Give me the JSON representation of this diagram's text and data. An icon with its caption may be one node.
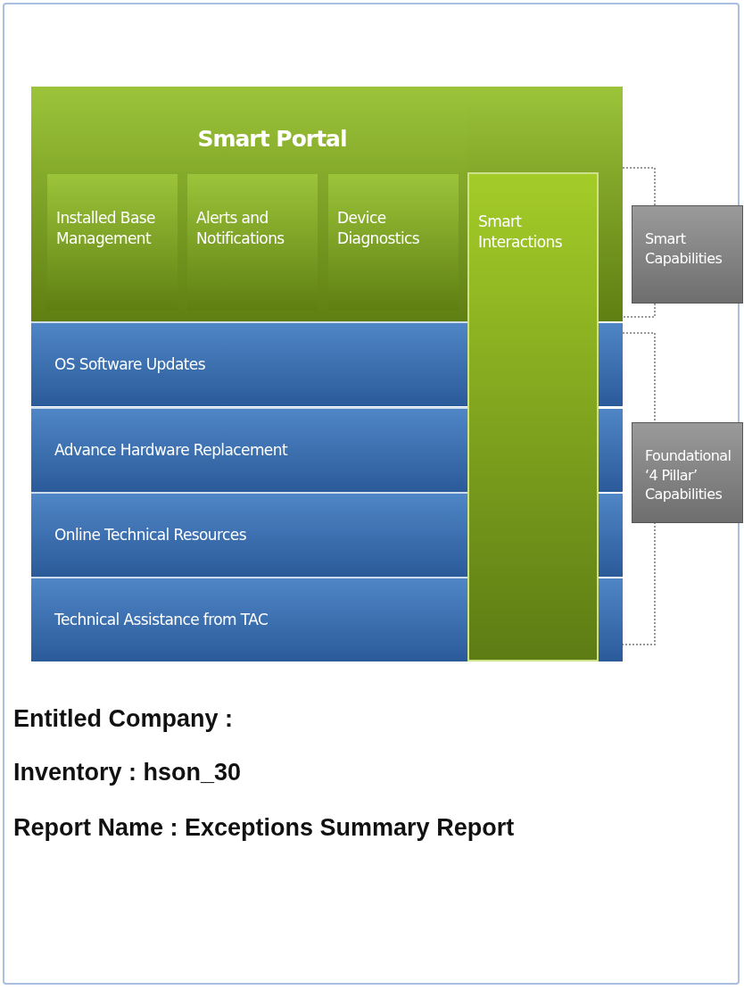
{
  "diagram": {
    "nodes": [
      {
        "text": [
          "Smart Portal"
        ]
      },
      {
        "text": [
          "Installed Base Management"
        ],
        "in": 0
      },
      {
        "text": [
          "Alerts and Notifications"
        ],
        "in": 0
      },
      {
        "text": [
          "Device Diagnostics"
        ],
        "in": 0
      },
      {
        "text": [
          "Smart Interactions"
        ]
      },
      {
        "text": [
          "OS Software Updates"
        ]
      },
      {
        "text": [
          "Advance Hardware Replacement"
        ]
      },
      {
        "text": [
          "Online Technical Resources"
        ]
      },
      {
        "text": [
          "Technical Assistance from TAC"
        ]
      },
      {
        "text": [
          "Smart Capabilities"
        ]
      },
      {
        "text": [
          "Foundational ‘4 Pillar’ Capabilities"
        ]
      }
    ],
    "edges": [],
    "labels": [
      "Entitled Company :",
      "Inventory : hson_30",
      "Report Name : Exceptions Summary Report"
    ]
  }
}
